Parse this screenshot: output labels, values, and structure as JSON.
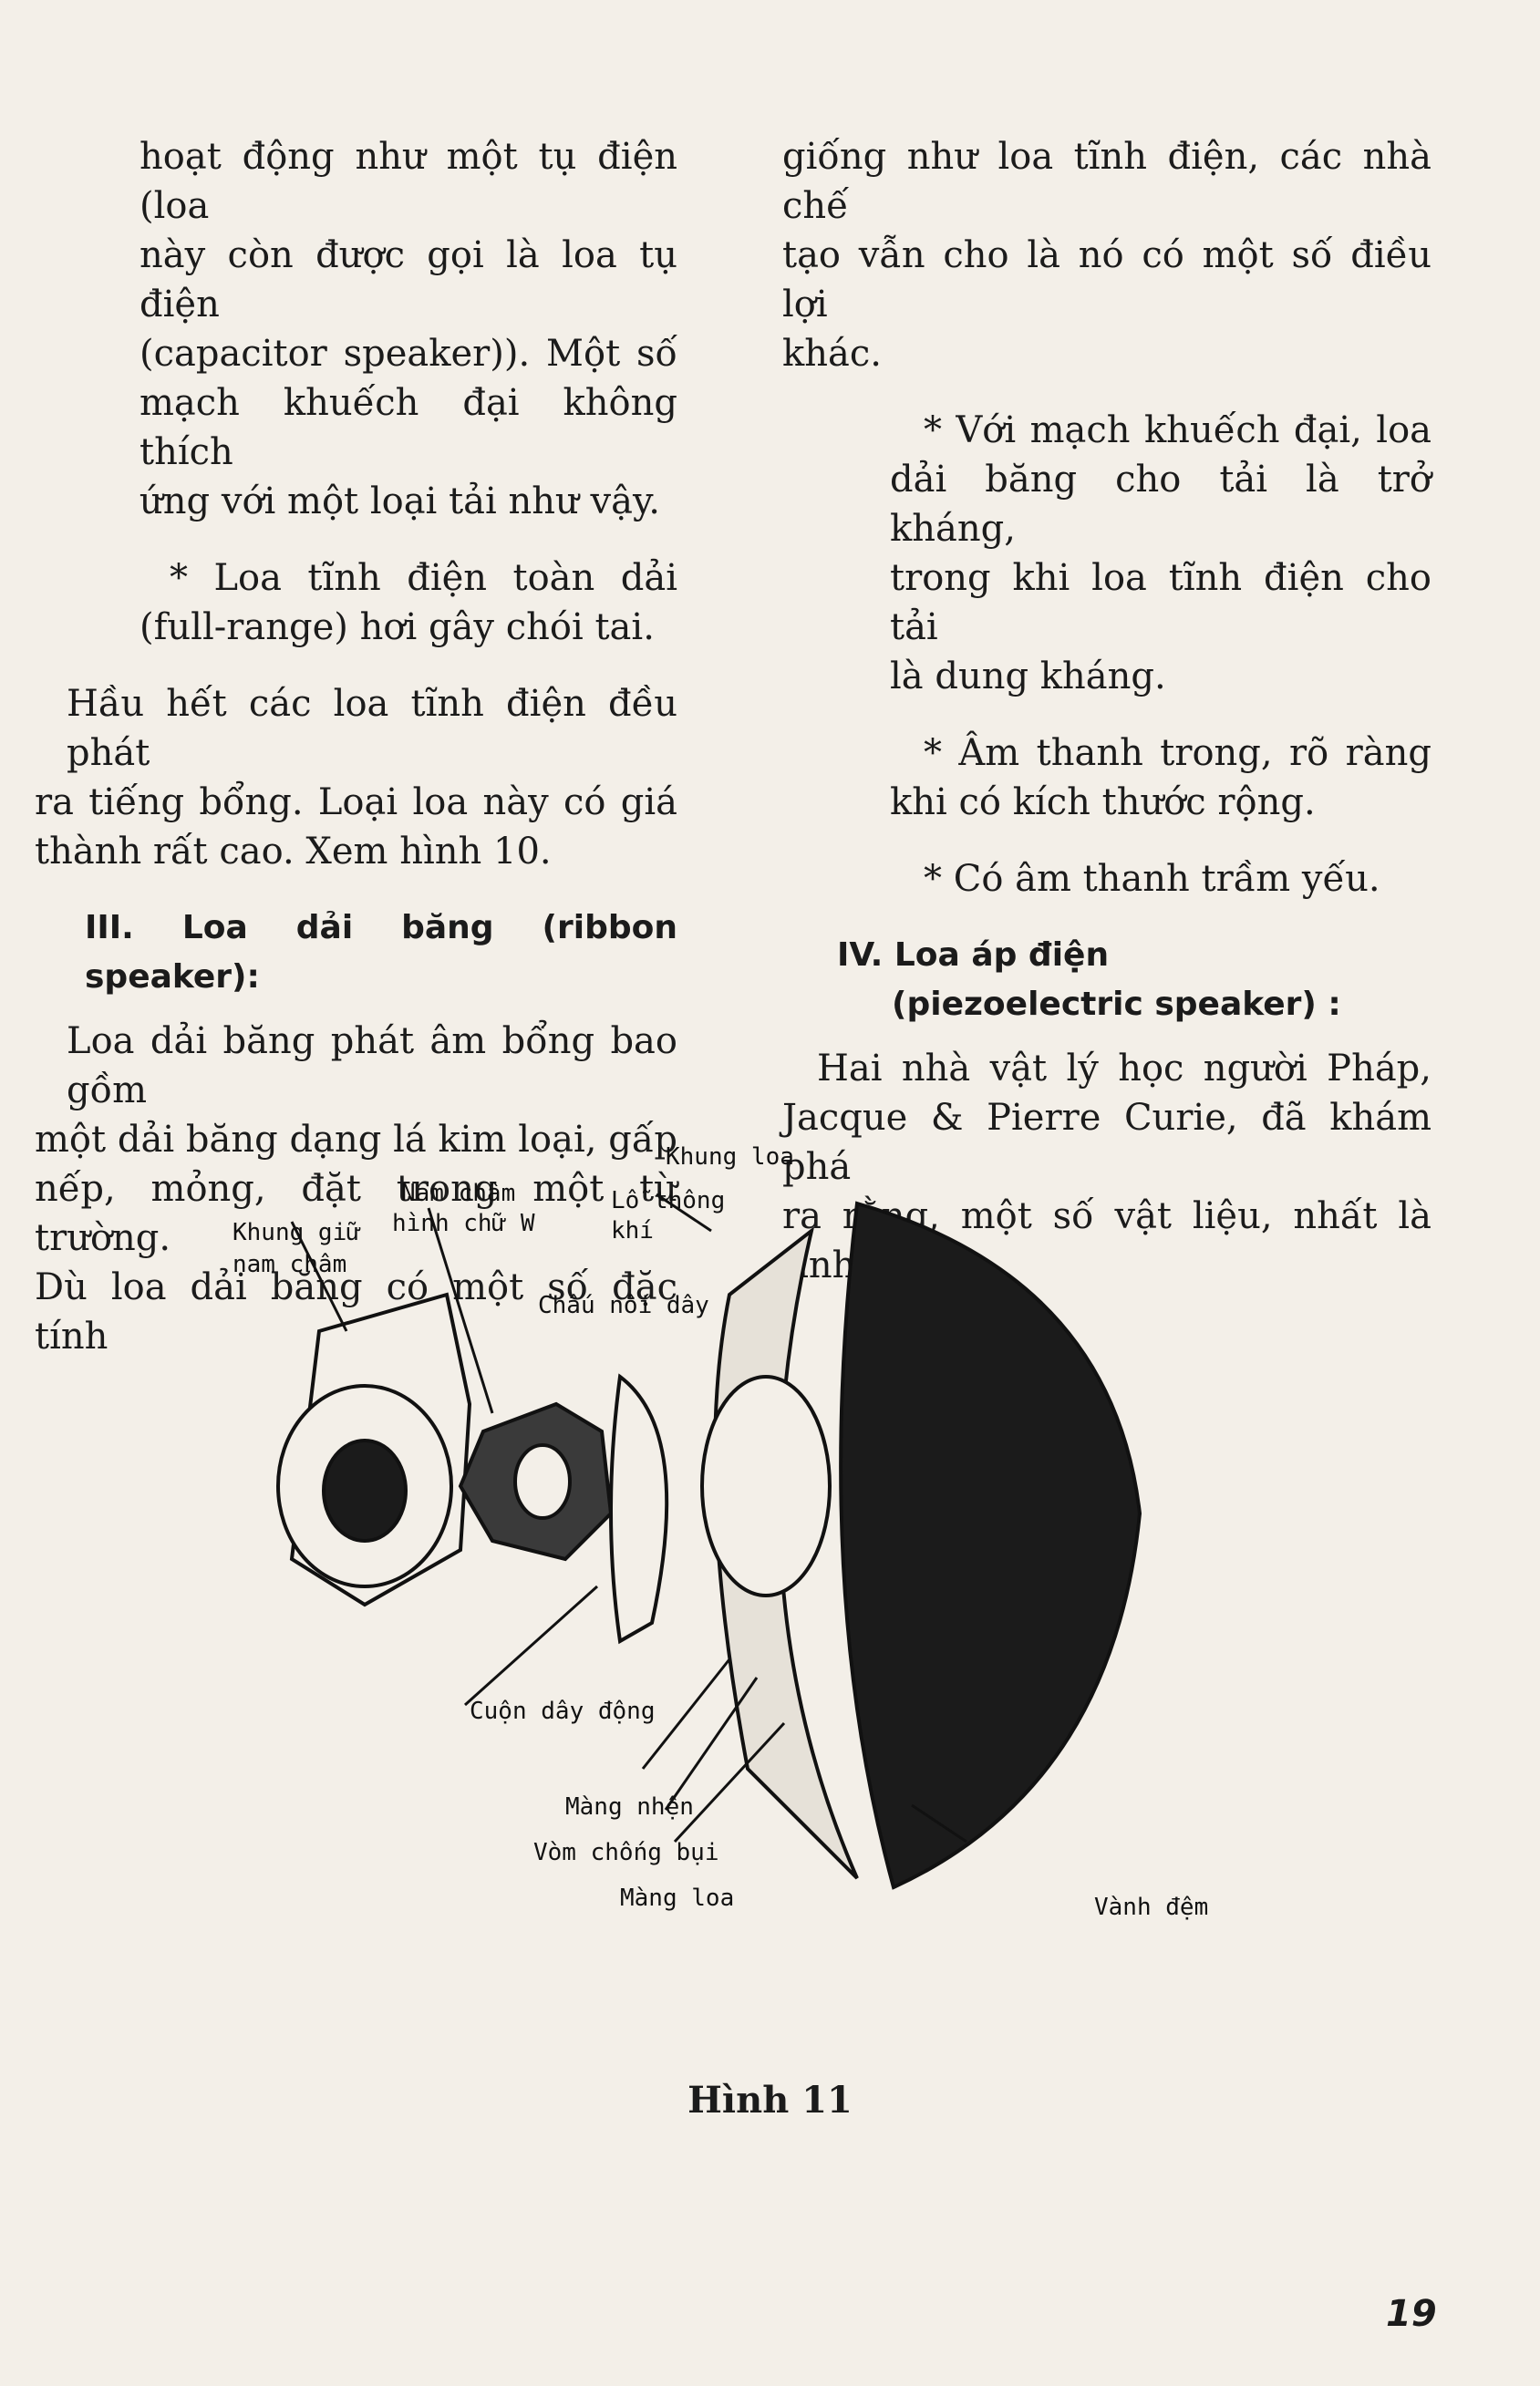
{
  "left_column": {
    "para1": [
      "hoạt động như một tụ điện (loa",
      "này còn được gọi là loa tụ điện",
      "(capacitor speaker)). Một số",
      "mạch khuếch đại không thích",
      "ứng với một loại tải như vậy."
    ],
    "para2": [
      "* Loa tĩnh điện toàn dải",
      "(full-range) hơi gây chói tai."
    ],
    "para3": [
      "Hầu hết các loa tĩnh điện đều phát",
      "ra tiếng bổng. Loại loa này có giá",
      "thành rất cao. Xem hình 10."
    ],
    "heading3": "III. Loa dải băng (ribbon speaker):",
    "para4": [
      "Loa dải băng phát âm bổng bao gồm",
      "một dải băng dạng lá kim loại, gấp",
      "nếp, mỏng, đặt trong một từ trường.",
      "Dù loa dải băng có một số đặc tính"
    ]
  },
  "right_column": {
    "para1": [
      "giống như loa tĩnh điện, các nhà chế",
      "tạo vẫn cho là nó có một số điều lợi",
      "khác."
    ],
    "para2": [
      "* Với mạch khuếch đại, loa",
      "dải băng cho tải là trở kháng,",
      "trong khi loa tĩnh điện cho tải",
      "là dung kháng."
    ],
    "para3": [
      "* Âm thanh trong, rõ ràng",
      "khi có kích thước rộng."
    ],
    "para4": [
      "* Có âm thanh trầm yếu."
    ],
    "heading4_line1": "IV. Loa áp điện",
    "heading4_line2": "(piezoelectric speaker) :",
    "para5": [
      "Hai nhà vật lý học người Pháp,",
      "Jacque & Pierre Curie, đã khám phá",
      "ra rằng, một số vật liệu, nhất là tinh"
    ]
  },
  "figure": {
    "labels": {
      "khung_loa": "Khung loa",
      "nam_cham_1": "Nam châm",
      "nam_cham_2": "hình chữ W",
      "lo_thong_1": "Lỗ thông",
      "lo_thong_2": "khí",
      "khung_giu_1": "Khung giữ",
      "khung_giu_2": "nam châm",
      "chau_noi": "Chấu nối dây",
      "cuon_day": "Cuộn dây động",
      "mang_nhen": "Màng nhện",
      "vom_chong": "Vòm chống bụi",
      "mang_loa": "Màng loa",
      "vanh_dem": "Vành đệm"
    },
    "caption": "Hình 11"
  },
  "page_number": "19",
  "colors": {
    "paper": "#f3efe8",
    "ink": "#1b1b1b"
  }
}
